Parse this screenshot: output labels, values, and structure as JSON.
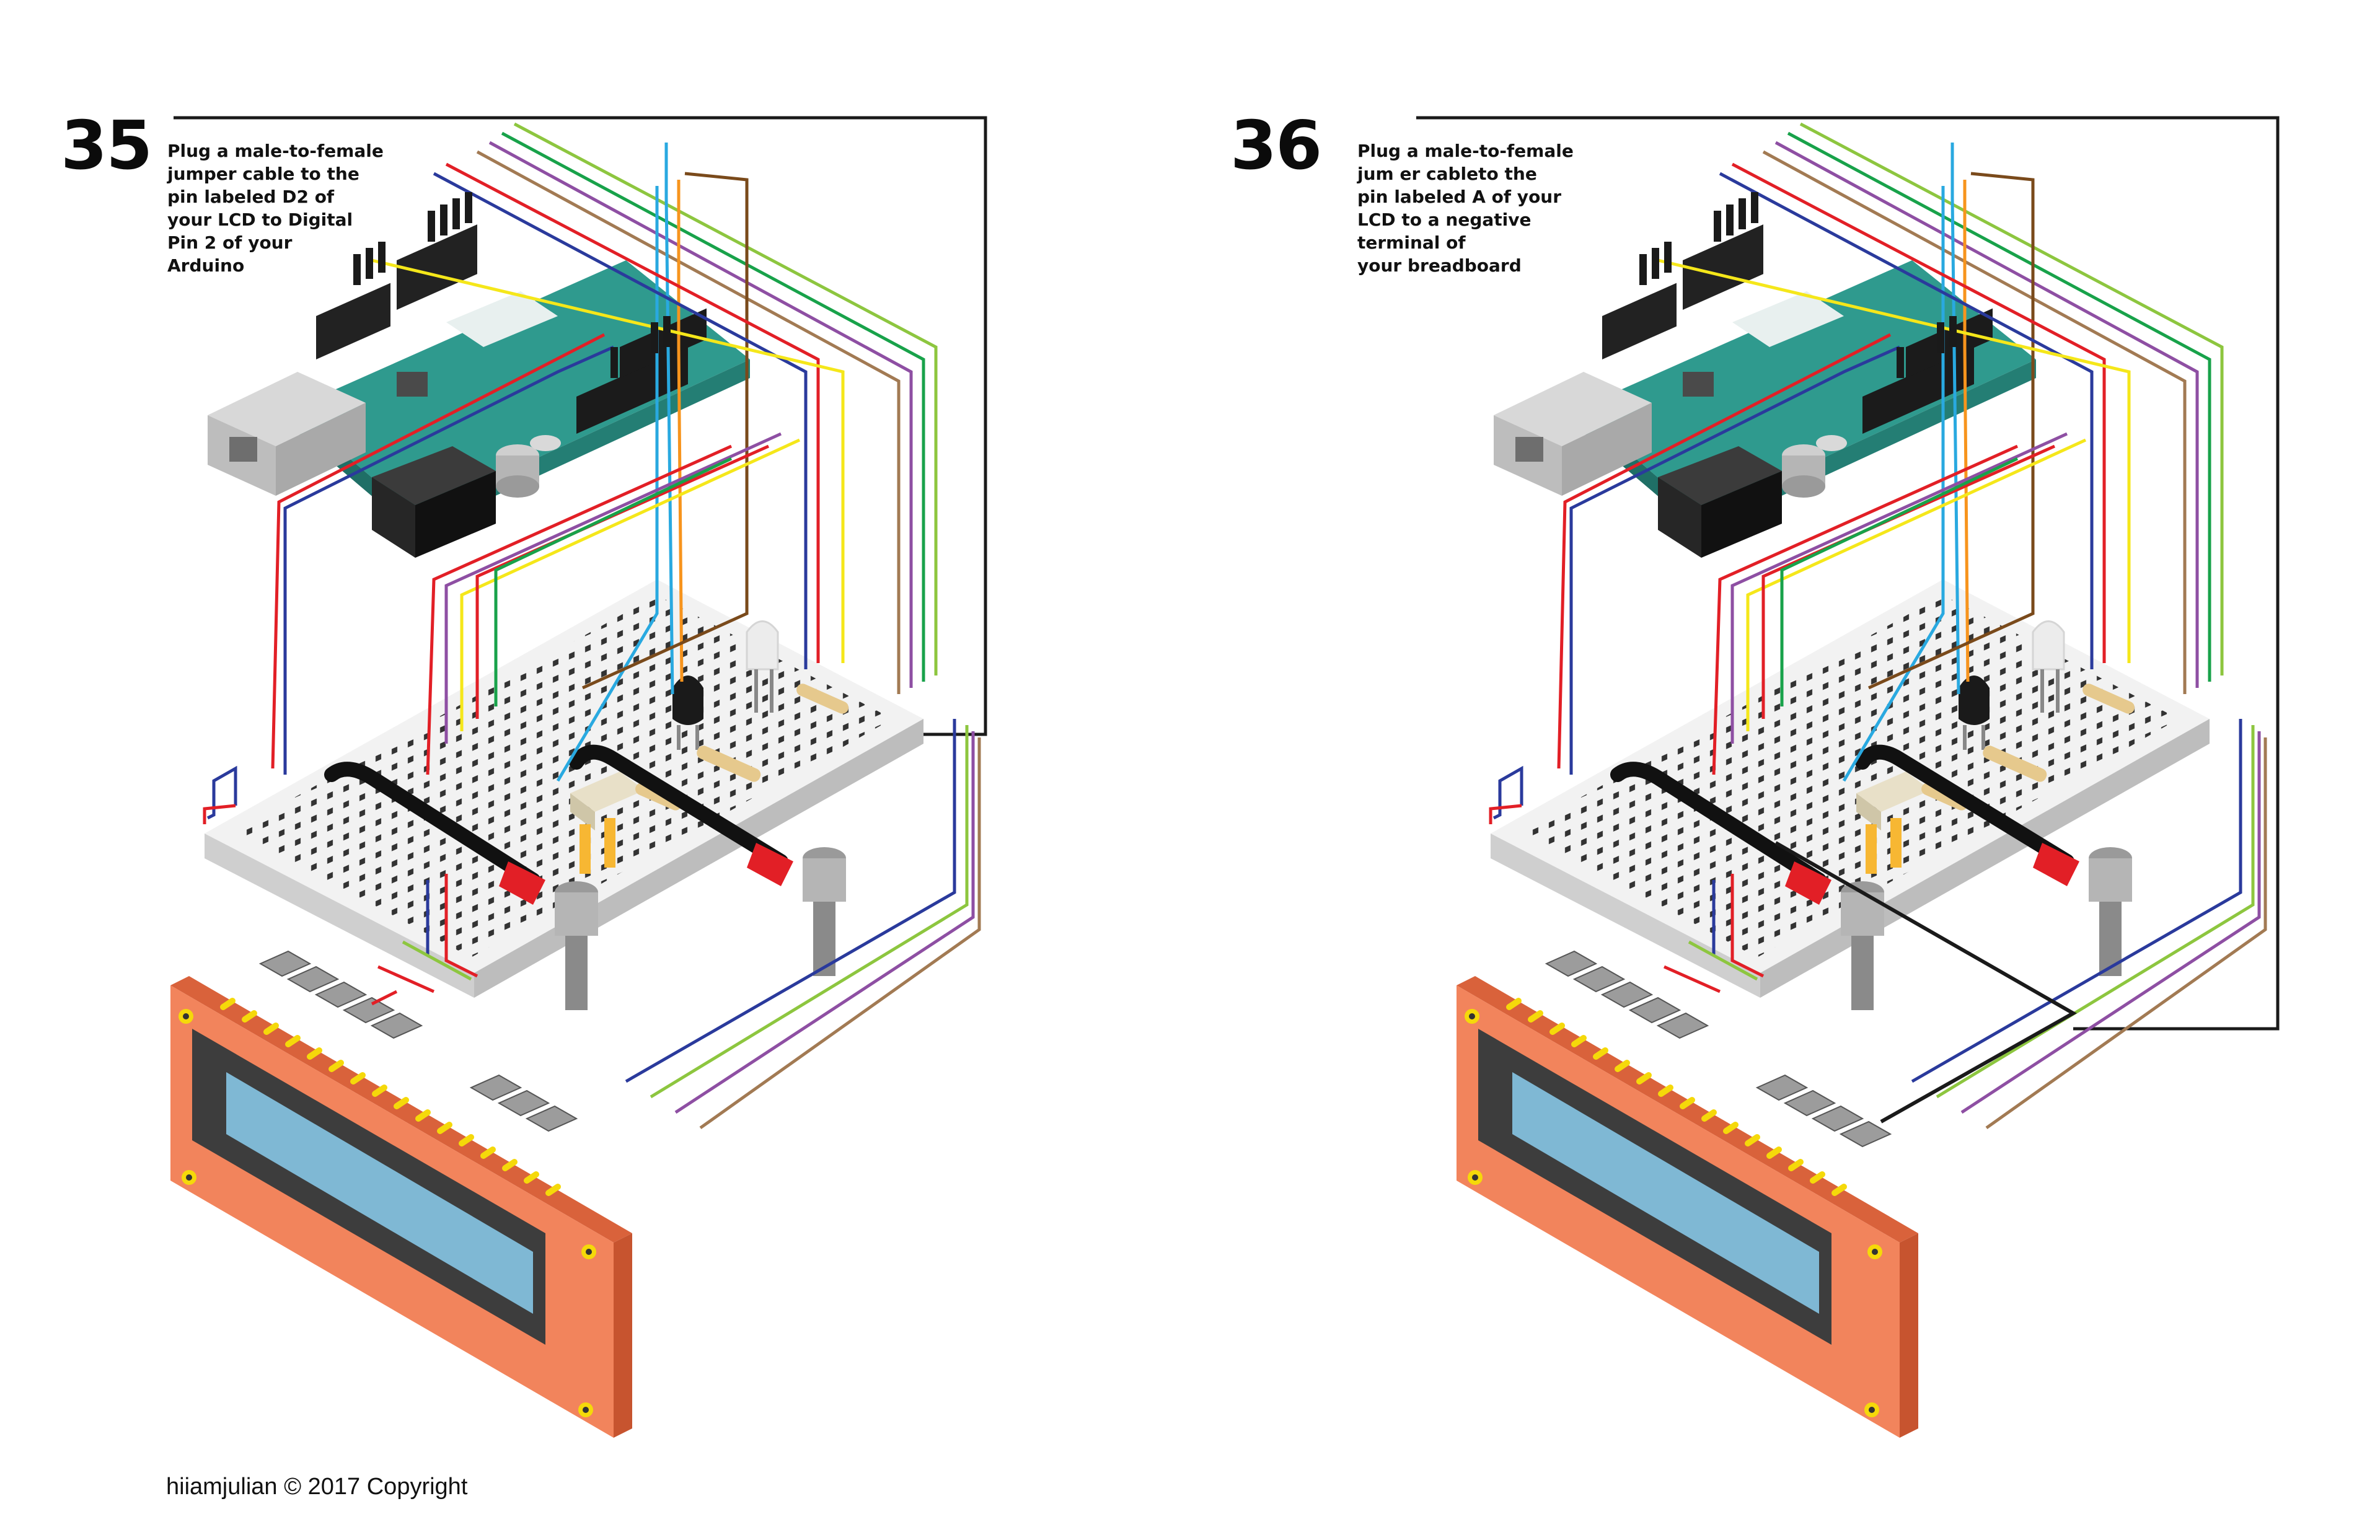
{
  "steps": [
    {
      "number": "35",
      "text": "Plug a male-to-female\njumper cable to the\npin labeled D2 of\nyour LCD to Digital\nPin 2 of your\nArduino"
    },
    {
      "number": "36",
      "text": "Plug a male-to-female\njum  er cableto the\npin labeled A of your\nLCD to a negative\nterminal of\nyour breadboard"
    }
  ],
  "footer": "hiiamjulian © 2017 Copyright",
  "colors": {
    "arduino_board": "#2f9a8e",
    "arduino_board_dark": "#1f6f66",
    "breadboard": "#f2f2f2",
    "breadboard_side": "#cfcfcf",
    "lcd_frame": "#f2845c",
    "lcd_frame_side": "#d9623b",
    "lcd_screen": "#7fb8d4",
    "lcd_bezel": "#3d3d3d",
    "pin_yellow": "#f5d90a",
    "wire_palette": [
      "#e21f26",
      "#2a3a9c",
      "#18a24a",
      "#8dc63f",
      "#f5e71a",
      "#8e4fa3",
      "#29a9e0",
      "#f7941d",
      "#a27a53",
      "#7a4a1b",
      "#1a1a1a"
    ]
  },
  "icons": [
    "usb-port-icon",
    "power-jack-icon",
    "potentiometer-icon",
    "capacitor-icon",
    "resistor-icon",
    "led-icon",
    "temperature-sensor-icon",
    "pressure-sensor-icon"
  ]
}
